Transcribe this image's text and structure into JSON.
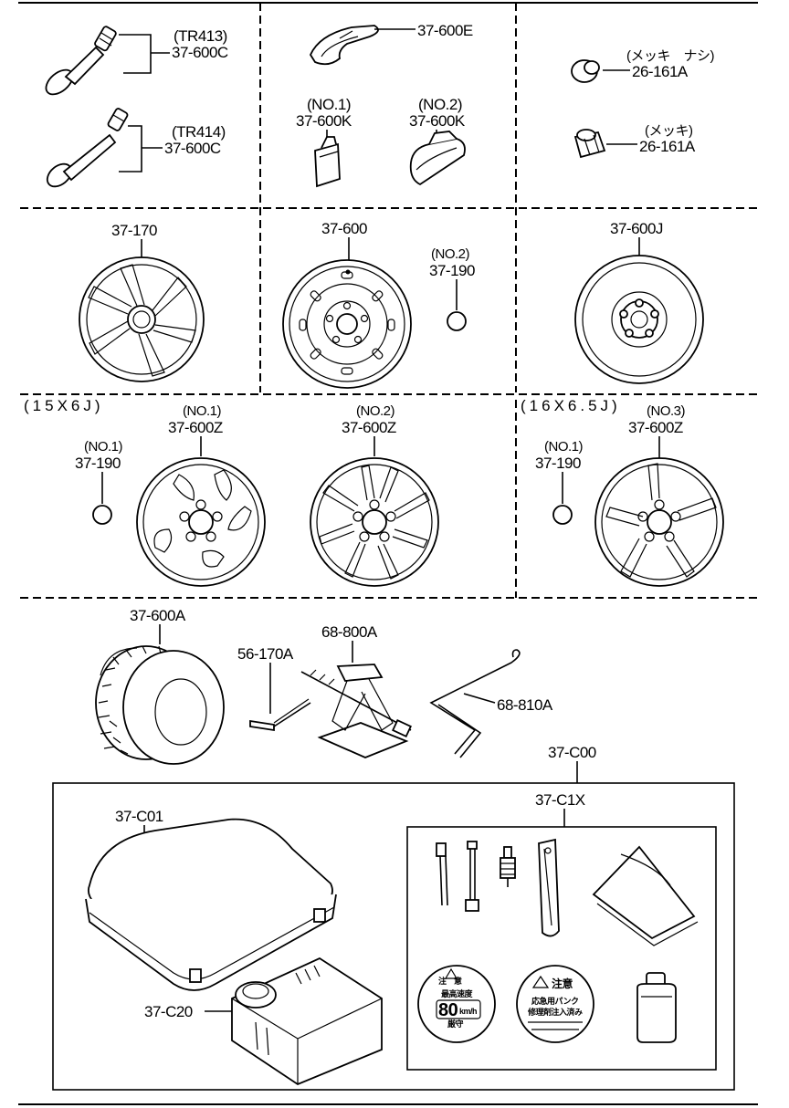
{
  "labels": {
    "tr413": "(TR413)",
    "p37600c_a": "37-600C",
    "tr414": "(TR414)",
    "p37600c_b": "37-600C",
    "p37600e": "37-600E",
    "no1_a": "(NO.1)",
    "p37600k_a": "37-600K",
    "no2_a": "(NO.2)",
    "p37600k_b": "37-600K",
    "mekki_nashi": "(メッキ　ナシ)",
    "p26161a_a": "26-161A",
    "mekki": "(メッキ)",
    "p26161a_b": "26-161A",
    "p37170": "37-170",
    "p37600": "37-600",
    "no2_b": "(NO.2)",
    "p37190_a": "37-190",
    "p37600j": "37-600J",
    "size15": "(15X6J)",
    "no1_b": "(NO.1)",
    "p37190_b": "37-190",
    "no1_c": "(NO.1)",
    "p37600z_a": "37-600Z",
    "no2_c": "(NO.2)",
    "p37600z_b": "37-600Z",
    "size16": "(16X6.5J)",
    "no1_d": "(NO.1)",
    "p37190_c": "37-190",
    "no3": "(NO.3)",
    "p37600z_c": "37-600Z",
    "p37600a": "37-600A",
    "p56170a": "56-170A",
    "p68800a": "68-800A",
    "p68810a": "68-810A",
    "p37c00": "37-C00",
    "p37c01": "37-C01",
    "p37c1x": "37-C1X",
    "p37c20": "37-C20"
  },
  "stickers": {
    "left_top": "注　意",
    "left_speed": "80",
    "left_unit": "km/h",
    "left_line1": "最高速度",
    "left_line2": "厳守",
    "right_top": "注意",
    "right_line1": "応急用パンク",
    "right_line2": "修理剤注入済み"
  }
}
